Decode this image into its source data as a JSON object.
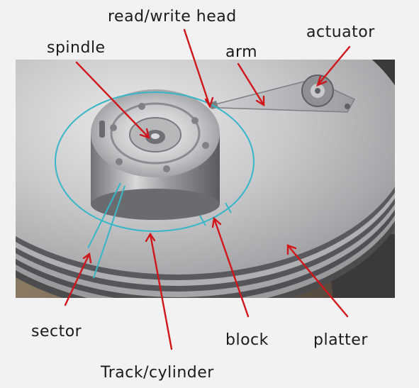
{
  "labels": {
    "read_write_head": "read/write head",
    "actuator": "actuator",
    "arm": "arm",
    "spindle": "spindle",
    "sector": "sector",
    "block": "block",
    "platter": "platter",
    "track_cylinder": "Track/cylinder"
  },
  "colors": {
    "annotation_arrow": "#d0161b",
    "track_highlight": "#38b6c8"
  }
}
